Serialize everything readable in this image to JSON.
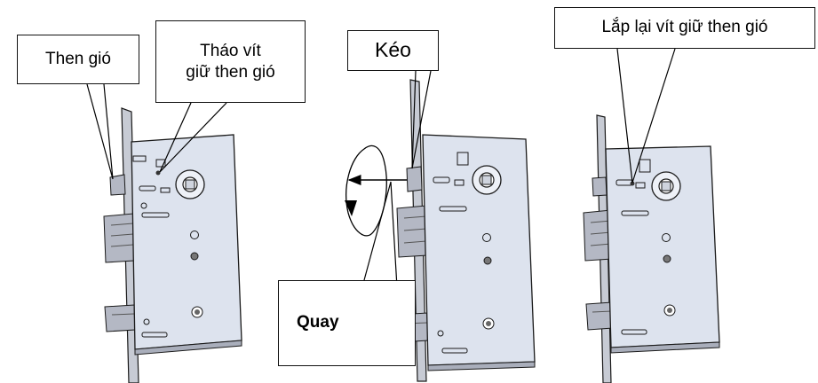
{
  "labels": {
    "then_gio": "Then gió",
    "thao_vit_line1": "Tháo vít",
    "thao_vit_line2": "giữ then gió",
    "keo": "Kéo",
    "quay": "Quay",
    "lap_lai": "Lắp lại vít giữ then gió"
  },
  "colors": {
    "body_light": "#dde3ee",
    "body_dark": "#a9aebb",
    "faceplate": "#c7cbd4",
    "bolt": "#b4b8c4",
    "stroke": "#1a1a1a"
  }
}
